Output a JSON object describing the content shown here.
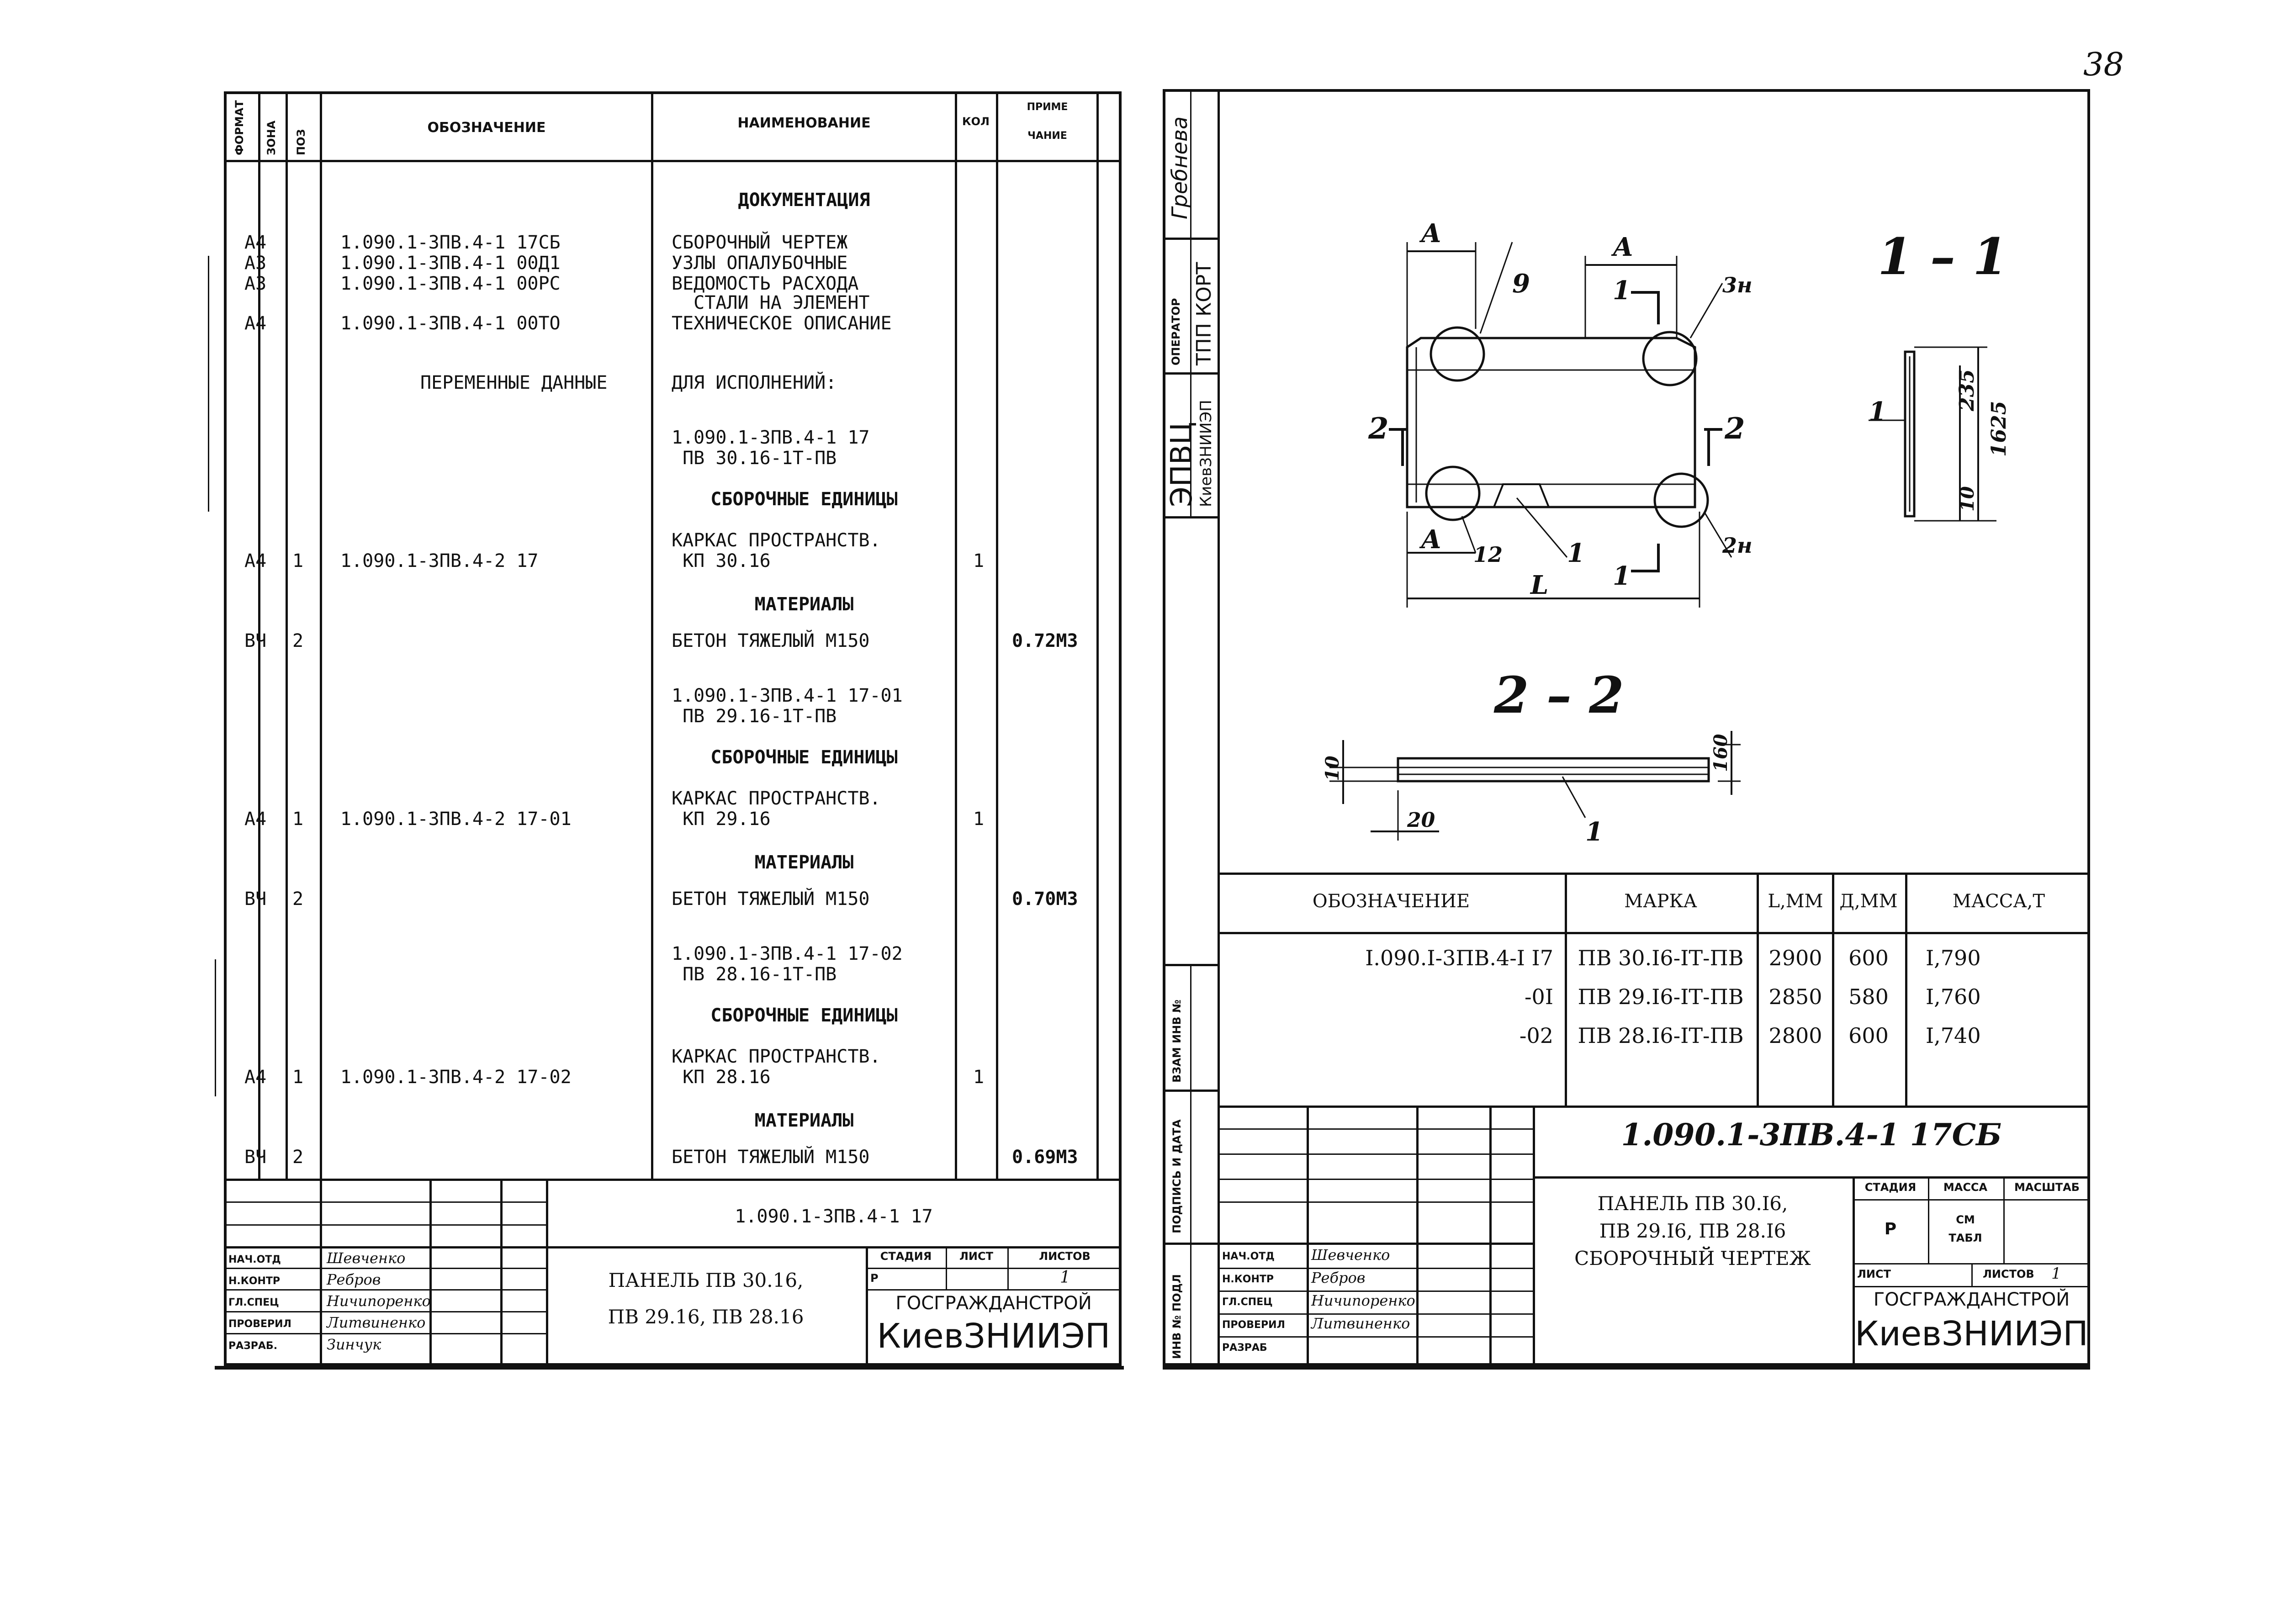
{
  "page_number": "38",
  "left_sheet": {
    "headers": {
      "format": "ФОРМАТ",
      "zone": "ЗОНА",
      "pos": "ПОЗ",
      "designation": "ОБОЗНАЧЕНИЕ",
      "name": "НАИМЕНОВАНИЕ",
      "qty": "КОЛ",
      "note_1": "ПРИМЕ",
      "note_2": "ЧАНИЕ"
    },
    "rows": [
      {
        "format": "",
        "pos": "",
        "designation": "",
        "name": "ДОКУМЕНТАЦИЯ",
        "qty": "",
        "note": ""
      },
      {
        "format": "А4",
        "pos": "",
        "designation": "1.090.1-3ПВ.4-1 17СБ",
        "name": "СБОРОЧНЫЙ ЧЕРТЕЖ",
        "qty": "",
        "note": ""
      },
      {
        "format": "А3",
        "pos": "",
        "designation": "1.090.1-3ПВ.4-1 00Д1",
        "name": "УЗЛЫ ОПАЛУБОЧНЫЕ",
        "qty": "",
        "note": ""
      },
      {
        "format": "А3",
        "pos": "",
        "designation": "1.090.1-3ПВ.4-1 00РС",
        "name": "ВЕДОМОСТЬ РАСХОДА",
        "qty": "",
        "note": ""
      },
      {
        "format": "",
        "pos": "",
        "designation": "",
        "name": "  СТАЛИ НА ЭЛЕМЕНТ",
        "qty": "",
        "note": ""
      },
      {
        "format": "А4",
        "pos": "",
        "designation": "1.090.1-3ПВ.4-1 00ТО",
        "name": "ТЕХНИЧЕСКОЕ ОПИСАНИЕ",
        "qty": "",
        "note": ""
      },
      {
        "format": "",
        "pos": "",
        "designation": "ПЕРЕМЕННЫЕ ДАННЫЕ",
        "name": "ДЛЯ ИСПОЛНЕНИЙ:",
        "qty": "",
        "note": ""
      },
      {
        "format": "",
        "pos": "",
        "designation": "",
        "name": "1.090.1-3ПВ.4-1 17",
        "qty": "",
        "note": ""
      },
      {
        "format": "",
        "pos": "",
        "designation": "",
        "name": " ПВ 30.16-1Т-ПВ",
        "qty": "",
        "note": ""
      },
      {
        "format": "",
        "pos": "",
        "designation": "",
        "name": "СБОРОЧНЫЕ ЕДИНИЦЫ",
        "qty": "",
        "note": ""
      },
      {
        "format": "",
        "pos": "",
        "designation": "",
        "name": "КАРКАС ПРОСТРАНСТВ.",
        "qty": "",
        "note": ""
      },
      {
        "format": "А4",
        "pos": "1",
        "designation": "1.090.1-3ПВ.4-2 17",
        "name": " КП 30.16",
        "qty": "1",
        "note": ""
      },
      {
        "format": "",
        "pos": "",
        "designation": "",
        "name": "МАТЕРИАЛЫ",
        "qty": "",
        "note": ""
      },
      {
        "format": "ВЧ",
        "pos": "2",
        "designation": "",
        "name": "БЕТОН ТЯЖЕЛЫЙ М150",
        "qty": "",
        "note": "0.72М3"
      },
      {
        "format": "",
        "pos": "",
        "designation": "",
        "name": "1.090.1-3ПВ.4-1 17-01",
        "qty": "",
        "note": ""
      },
      {
        "format": "",
        "pos": "",
        "designation": "",
        "name": " ПВ 29.16-1Т-ПВ",
        "qty": "",
        "note": ""
      },
      {
        "format": "",
        "pos": "",
        "designation": "",
        "name": "СБОРОЧНЫЕ ЕДИНИЦЫ",
        "qty": "",
        "note": ""
      },
      {
        "format": "",
        "pos": "",
        "designation": "",
        "name": "КАРКАС ПРОСТРАНСТВ.",
        "qty": "",
        "note": ""
      },
      {
        "format": "А4",
        "pos": "1",
        "designation": "1.090.1-3ПВ.4-2 17-01",
        "name": " КП 29.16",
        "qty": "1",
        "note": ""
      },
      {
        "format": "",
        "pos": "",
        "designation": "",
        "name": "МАТЕРИАЛЫ",
        "qty": "",
        "note": ""
      },
      {
        "format": "ВЧ",
        "pos": "2",
        "designation": "",
        "name": "БЕТОН ТЯЖЕЛЫЙ М150",
        "qty": "",
        "note": "0.70М3"
      },
      {
        "format": "",
        "pos": "",
        "designation": "",
        "name": "1.090.1-3ПВ.4-1 17-02",
        "qty": "",
        "note": ""
      },
      {
        "format": "",
        "pos": "",
        "designation": "",
        "name": " ПВ 28.16-1Т-ПВ",
        "qty": "",
        "note": ""
      },
      {
        "format": "",
        "pos": "",
        "designation": "",
        "name": "СБОРОЧНЫЕ ЕДИНИЦЫ",
        "qty": "",
        "note": ""
      },
      {
        "format": "",
        "pos": "",
        "designation": "",
        "name": "КАРКАС ПРОСТРАНСТВ.",
        "qty": "",
        "note": ""
      },
      {
        "format": "А4",
        "pos": "1",
        "designation": "1.090.1-3ПВ.4-2 17-02",
        "name": " КП 28.16",
        "qty": "1",
        "note": ""
      },
      {
        "format": "",
        "pos": "",
        "designation": "",
        "name": "МАТЕРИАЛЫ",
        "qty": "",
        "note": ""
      },
      {
        "format": "ВЧ",
        "pos": "2",
        "designation": "",
        "name": "БЕТОН ТЯЖЕЛЫЙ М150",
        "qty": "",
        "note": "0.69М3"
      }
    ],
    "title_block": {
      "code": "1.090.1-3ПВ.4-1 17",
      "title_line1": "ПАНЕЛЬ ПВ 30.16,",
      "title_line2": "ПВ 29.16, ПВ 28.16",
      "stage_label": "СТАДИЯ",
      "sheet_label": "ЛИСТ",
      "sheets_label": "ЛИСТОВ",
      "stage": "Р",
      "sheets": "1",
      "org1": "ГОСГРАЖДАНСТРОЙ",
      "org2": "КиевЗНИИЭП",
      "roles": [
        "НАЧ.ОТД",
        "Н.КОНТР",
        "ГЛ.СПЕЦ",
        "ПРОВЕРИЛ",
        "РАЗРАБ."
      ],
      "names": [
        "Шевченко",
        "Ребров",
        "Ничипоренко",
        "Литвиненко",
        "Зинчук"
      ]
    }
  },
  "right_sheet": {
    "side_stamp": {
      "names": "Гребнева",
      "operator_label": "ОПЕРАТОР",
      "operator": "ТПП КОРТ",
      "epvc": "ЭПВЦ",
      "epvc_org": "КиевЗНИИЭП",
      "vzam": "ВЗАМ ИНВ №",
      "podp": "ПОДПИСЬ И ДАТА",
      "inv": "ИНВ № ПОДЛ"
    },
    "drawing": {
      "section_1_1": "1 – 1",
      "section_2_2": "2 – 2",
      "dim_A": "А",
      "dim_L": "L",
      "labels": [
        "9",
        "3н",
        "2н",
        "12",
        "1",
        "1",
        "1",
        "2",
        "2",
        "1",
        "1"
      ],
      "dims_1_1": [
        "235",
        "1625",
        "10"
      ],
      "dims_2_2": [
        "10",
        "160",
        "20"
      ]
    },
    "spec_table": {
      "headers": [
        "ОБОЗНАЧЕНИЕ",
        "МАРКА",
        "L,ММ",
        "Д,ММ",
        "МАССА,Т"
      ],
      "rows": [
        [
          "I.090.I-3ПВ.4-I I7",
          "ПВ 30.I6-IТ-ПВ",
          "2900",
          "600",
          "I,790"
        ],
        [
          "-0I",
          "ПВ 29.I6-IТ-ПВ",
          "2850",
          "580",
          "I,760"
        ],
        [
          "-02",
          "ПВ 28.I6-IТ-ПВ",
          "2800",
          "600",
          "I,740"
        ]
      ]
    },
    "title_block": {
      "code": "1.090.1-3ПВ.4-1 17СБ",
      "title_line1": "ПАНЕЛЬ ПВ 30.I6,",
      "title_line2": "ПВ 29.I6, ПВ 28.I6",
      "title_line3": "СБОРОЧНЫЙ ЧЕРТЕЖ",
      "stage_label": "СТАДИЯ",
      "mass_label": "МАССА",
      "scale_label": "МАСШТАБ",
      "stage": "Р",
      "scale": "СМ\nТАБЛ",
      "sheet_label": "ЛИСТ",
      "sheets_label": "ЛИСТОВ",
      "sheets": "1",
      "org1": "ГОСГРАЖДАНСТРОЙ",
      "org2": "КиевЗНИИЭП",
      "roles": [
        "НАЧ.ОТД",
        "Н.КОНТР",
        "ГЛ.СПЕЦ",
        "ПРОВЕРИЛ",
        "РАЗРАБ"
      ],
      "names": [
        "Шевченко",
        "Ребров",
        "Ничипоренко",
        "Литвиненко"
      ]
    }
  }
}
